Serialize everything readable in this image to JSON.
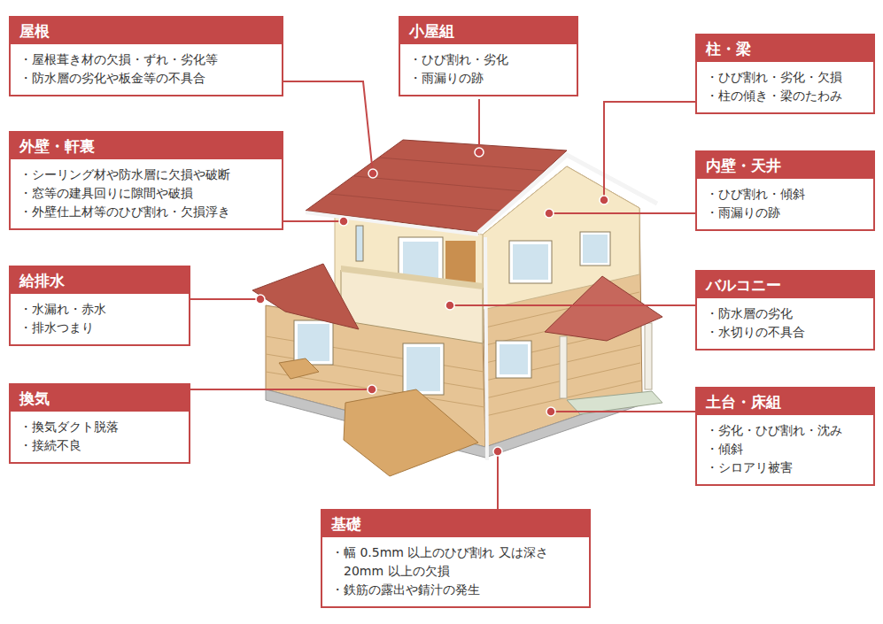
{
  "diagram": {
    "nodes": [
      {
        "text": [
          "屋根",
          "・屋根葺き材の欠損・ずれ・劣化等",
          "・防水層の劣化や板金等の不具合"
        ]
      },
      {
        "text": [
          "小屋組",
          "・ひび割れ・劣化",
          "・雨漏りの跡"
        ]
      },
      {
        "text": [
          "柱・梁",
          "・ひび割れ・劣化・欠損",
          "・柱の傾き・梁のたわみ"
        ]
      },
      {
        "text": [
          "外壁・軒裏",
          "・シーリング材や防水層に欠損や破断",
          "・窓等の建具回りに隙間や破損",
          "・外壁仕上材等のひび割れ・欠損浮き"
        ]
      },
      {
        "text": [
          "内壁・天井",
          "・ひび割れ・傾斜",
          "・雨漏りの跡"
        ]
      },
      {
        "text": [
          "給排水",
          "・水漏れ・赤水",
          "・排水つまり"
        ]
      },
      {
        "text": [
          "バルコニー",
          "・防水層の劣化",
          "・水切りの不具合"
        ]
      },
      {
        "text": [
          "換気",
          "・換気ダクト脱落",
          "・接続不良"
        ]
      },
      {
        "text": [
          "土台・床組",
          "・劣化・ひび割れ・沈み",
          "・傾斜",
          "・シロアリ被害"
        ]
      },
      {
        "text": [
          "基礎",
          "・幅 0.5mm 以上のひび割れ 又は深さ 20mm 以上の欠損",
          "・鉄筋の露出や錆汁の発生"
        ]
      }
    ]
  }
}
